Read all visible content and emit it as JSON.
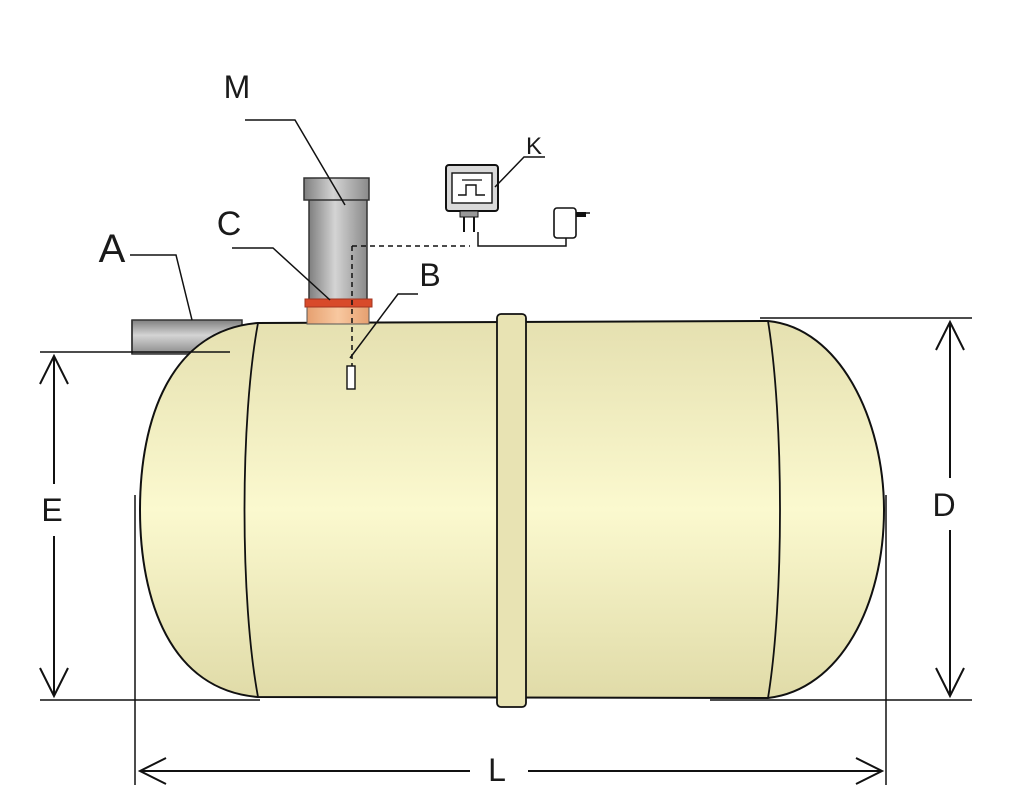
{
  "labels": {
    "M": "M",
    "A": "A",
    "C": "C",
    "B": "B",
    "K": "K",
    "E": "E",
    "D": "D",
    "L": "L"
  },
  "colors": {
    "tank_edge": "#e9e4b8",
    "tank_center": "#fbf9cf",
    "pipe_dark": "#858585",
    "pipe_light": "#d2d2d2",
    "seal_orange": "#f0b080",
    "seal_red": "#d84a2a",
    "line": "#111111"
  }
}
